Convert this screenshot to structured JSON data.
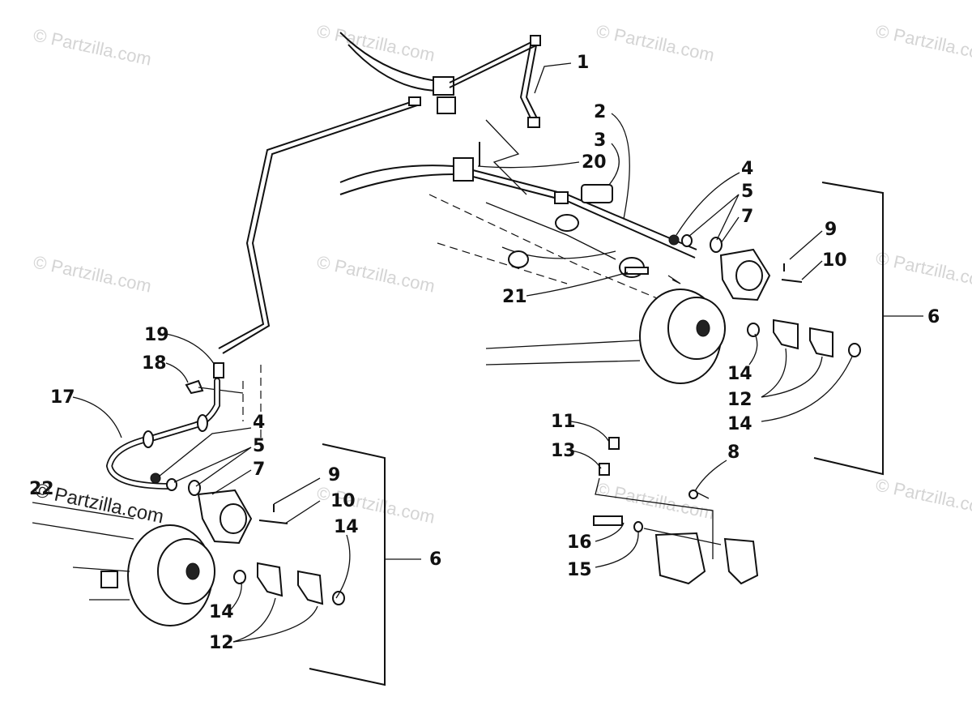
{
  "watermark": {
    "text": "© Partzilla.com",
    "overlay_text": "© Partzilla.com"
  },
  "callouts": {
    "c1": "1",
    "c2": "2",
    "c3": "3",
    "c4_top": "4",
    "c5_top": "5",
    "c7_top": "7",
    "c9_top": "9",
    "c10_top": "10",
    "c6_right": "6",
    "c20": "20",
    "c21": "21",
    "c14_a": "14",
    "c12_top": "12",
    "c14_b": "14",
    "c11": "11",
    "c13": "13",
    "c8": "8",
    "c16": "16",
    "c15": "15",
    "c19": "19",
    "c18": "18",
    "c17": "17",
    "c4_left": "4",
    "c5_left": "5",
    "c7_left": "7",
    "c9_left": "9",
    "c10_left": "10",
    "c14_c": "14",
    "c6_left": "6",
    "c22": "22",
    "c14_d": "14",
    "c12_left": "12"
  }
}
